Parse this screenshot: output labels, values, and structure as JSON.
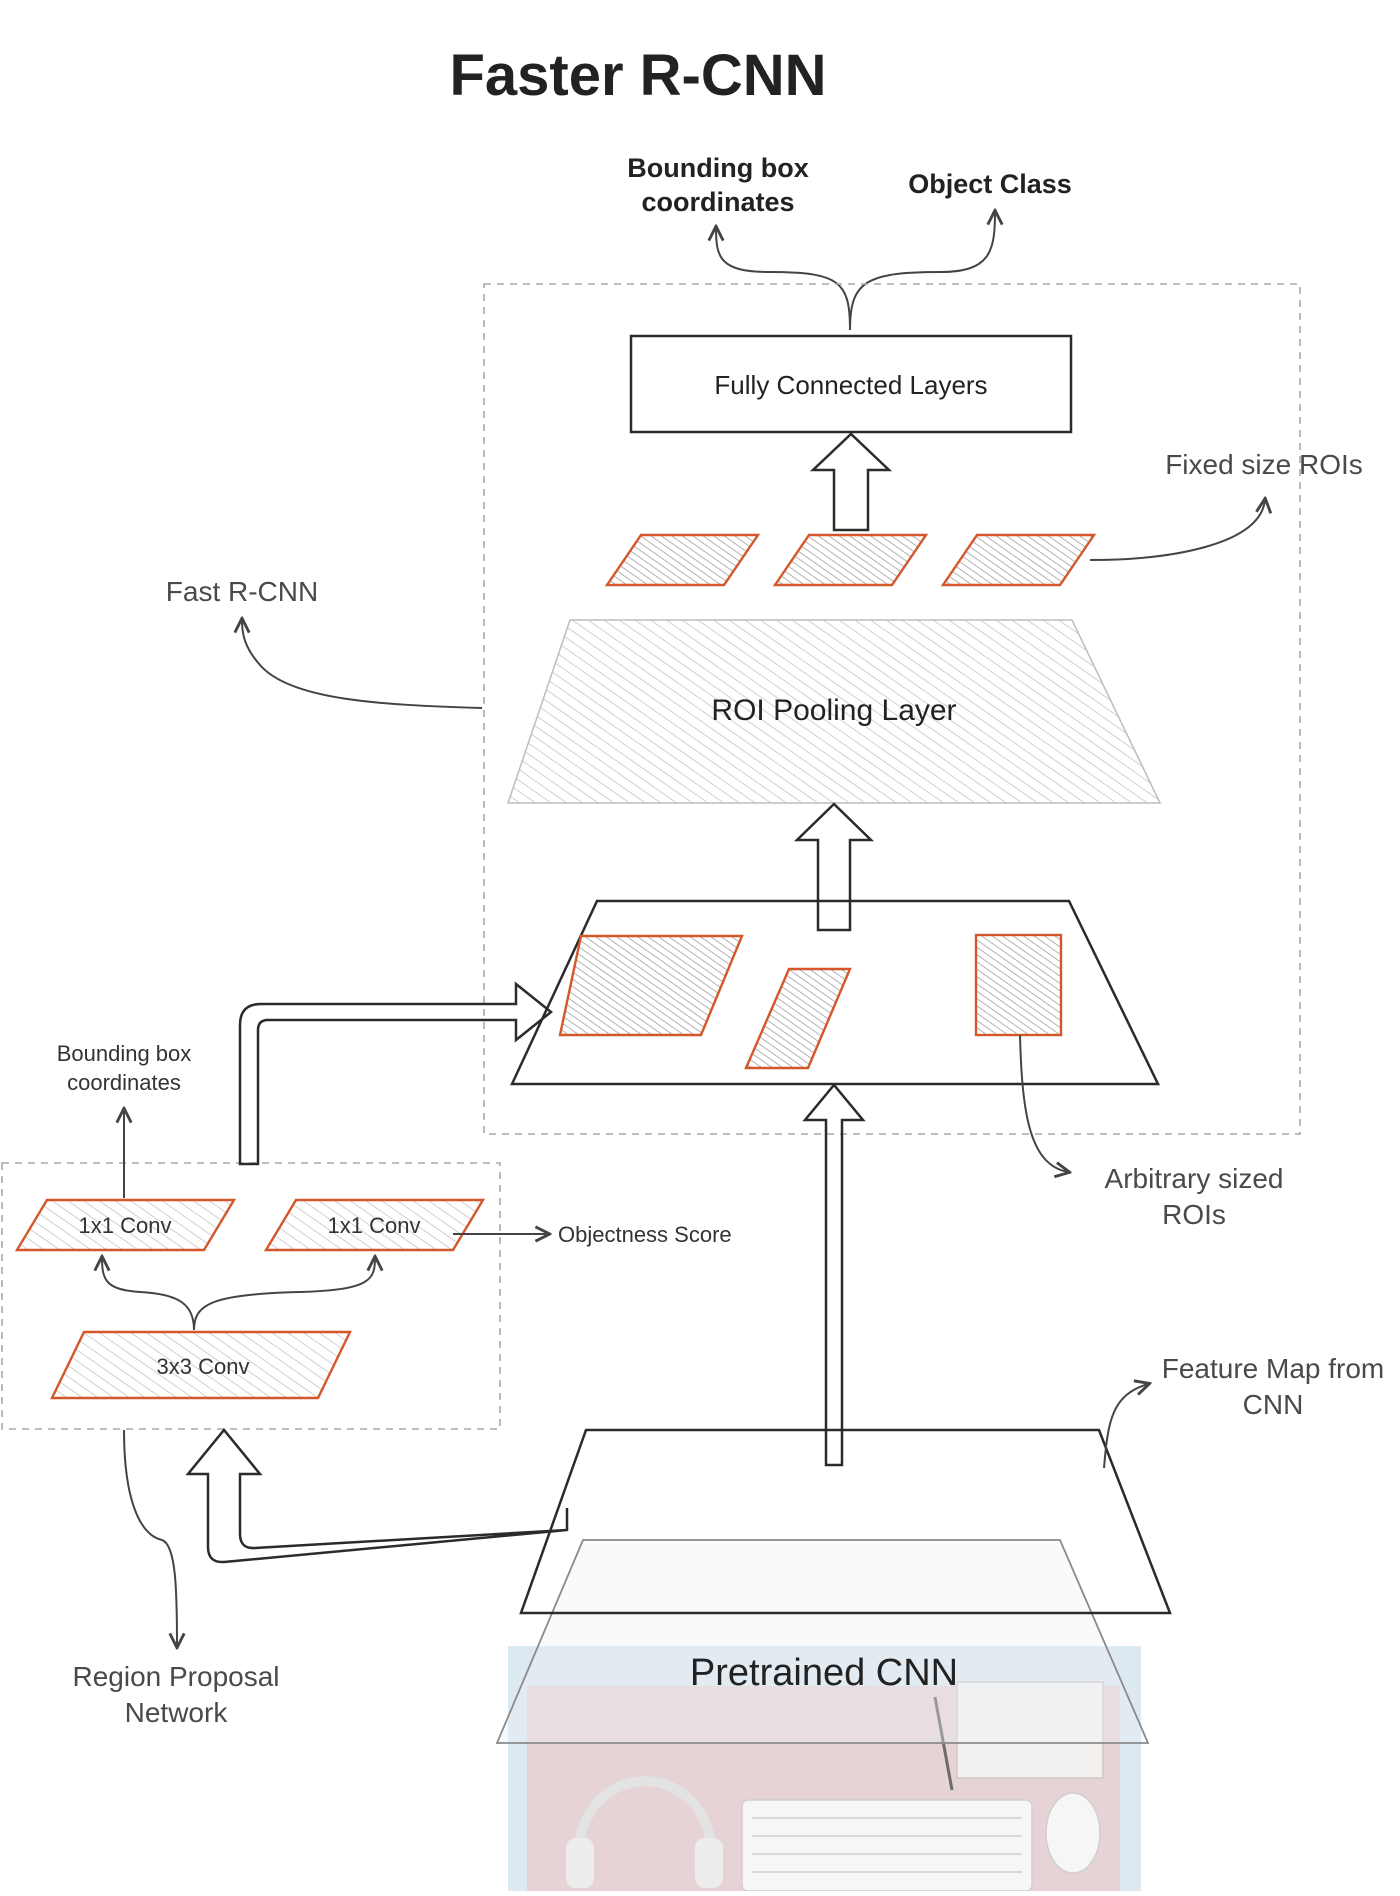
{
  "title": "Faster R-CNN",
  "outputs": {
    "bbox_line1": "Bounding box",
    "bbox_line2": "coordinates",
    "object_class": "Object Class"
  },
  "fast_rcnn": {
    "label": "Fast R-CNN",
    "fc_layers": "Fully Connected Layers",
    "fixed_rois": "Fixed size ROIs",
    "roi_pooling": "ROI Pooling Layer",
    "arbitrary_rois_line1": "Arbitrary sized",
    "arbitrary_rois_line2": "ROIs"
  },
  "rpn": {
    "bbox_line1": "Bounding box",
    "bbox_line2": "coordinates",
    "conv_1x1_left": "1x1 Conv",
    "conv_1x1_right": "1x1 Conv",
    "objectness": "Objectness Score",
    "conv_3x3": "3x3 Conv",
    "name_line1": "Region Proposal",
    "name_line2": "Network"
  },
  "feature_map": {
    "label_line1": "Feature Map from",
    "label_line2": "CNN"
  },
  "pretrained": {
    "label": "Pretrained CNN"
  },
  "colors": {
    "roi_outline": "#d4572a",
    "hatch": "#9a9a9a",
    "photo_bg": "#e6d3d6",
    "photo_overlay": "#dde9f0"
  }
}
